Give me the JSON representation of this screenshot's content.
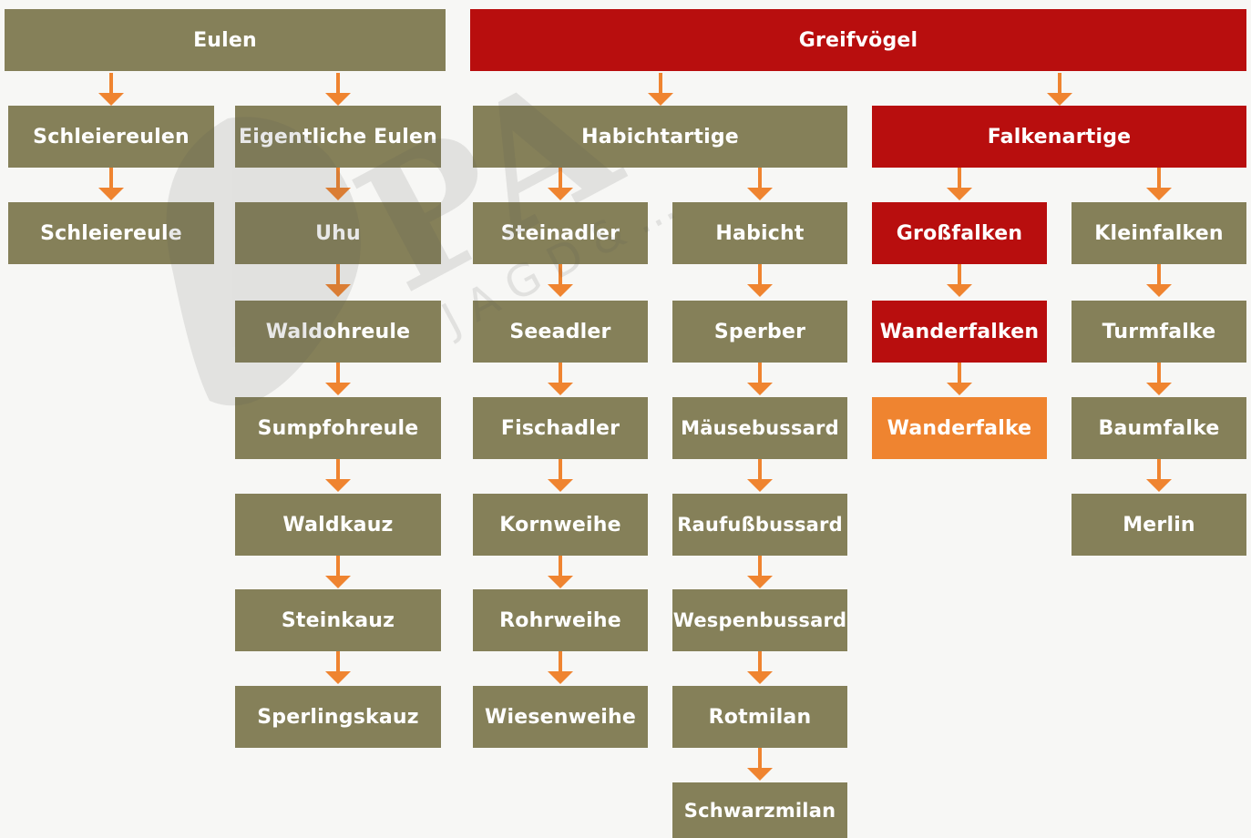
{
  "diagram": {
    "owls": {
      "root": "Eulen",
      "families": {
        "barn_owls": {
          "label": "Schleiereulen",
          "species": [
            "Schleiereule"
          ]
        },
        "true_owls": {
          "label": "Eigentliche Eulen",
          "species": [
            "Uhu",
            "Waldohreule",
            "Sumpfohreule",
            "Waldkauz",
            "Steinkauz",
            "Sperlingskauz"
          ]
        }
      }
    },
    "raptors": {
      "root": "Greifvögel",
      "families": {
        "hawks": {
          "label": "Habichtartige",
          "column_a": [
            "Steinadler",
            "Seeadler",
            "Fischadler",
            "Kornweihe",
            "Rohrweihe",
            "Wiesenweihe"
          ],
          "column_b": [
            "Habicht",
            "Sperber",
            "Mäusebussard",
            "Raufußbussard",
            "Wespenbussard",
            "Rotmilan",
            "Schwarzmilan"
          ]
        },
        "falcons": {
          "label": "Falkenartige",
          "large": [
            "Großfalken",
            "Wanderfalken",
            "Wanderfalke"
          ],
          "small": [
            "Kleinfalken",
            "Turmfalke",
            "Baumfalke",
            "Merlin"
          ]
        }
      }
    }
  },
  "colors": {
    "olive": "#858059",
    "red": "#b80e0e",
    "orange": "#ef8430",
    "background": "#f7f7f5"
  }
}
